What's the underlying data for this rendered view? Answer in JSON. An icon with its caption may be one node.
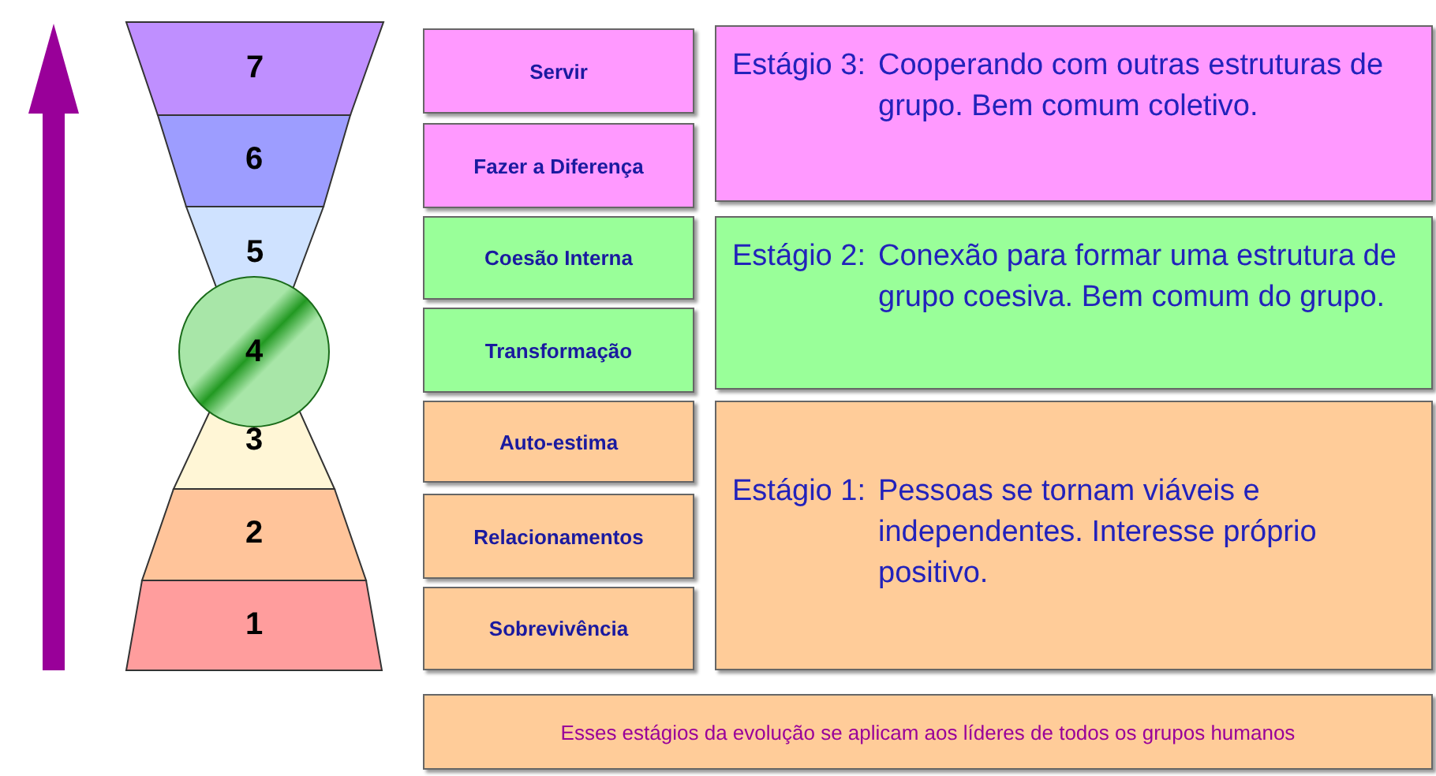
{
  "diagram": {
    "nodes": [
      {
        "text": [
          "7"
        ]
      },
      {
        "text": [
          "6"
        ]
      },
      {
        "text": [
          "5"
        ]
      },
      {
        "text": [
          "4"
        ]
      },
      {
        "text": [
          "3"
        ]
      },
      {
        "text": [
          "2"
        ]
      },
      {
        "text": [
          "1"
        ]
      },
      {
        "text": [
          "Servir"
        ]
      },
      {
        "text": [
          "Fazer a Diferença"
        ]
      },
      {
        "text": [
          "Coesão Interna"
        ]
      },
      {
        "text": [
          "Transformação"
        ]
      },
      {
        "text": [
          "Auto-estima"
        ]
      },
      {
        "text": [
          "Relacionamentos"
        ]
      },
      {
        "text": [
          "Sobrevivência"
        ]
      },
      {
        "text": [
          "Estágio 3:",
          "Cooperando com outras estruturas de grupo. Bem comum coletivo."
        ]
      },
      {
        "text": [
          "Estágio 2:",
          "Conexão para formar uma estrutura de grupo coesiva. Bem comum do grupo."
        ]
      },
      {
        "text": [
          "Estágio 1:",
          "Pessoas se tornam viáveis e independentes. Interesse próprio positivo."
        ]
      },
      {
        "text": [
          "Esses estágios da evolução se aplicam aos líderes de todos os grupos humanos"
        ]
      }
    ],
    "edges": []
  }
}
